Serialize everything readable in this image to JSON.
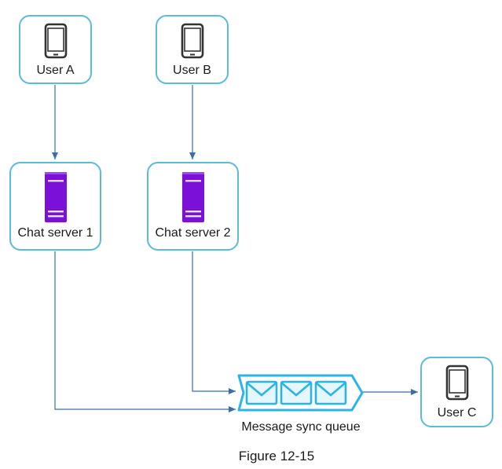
{
  "nodes": {
    "user_a": {
      "label": "User A",
      "icon": "mobile-phone-icon"
    },
    "user_b": {
      "label": "User B",
      "icon": "mobile-phone-icon"
    },
    "user_c": {
      "label": "User C",
      "icon": "mobile-phone-icon"
    },
    "chat_server_1": {
      "label": "Chat server 1",
      "icon": "server-icon"
    },
    "chat_server_2": {
      "label": "Chat server 2",
      "icon": "server-icon"
    },
    "queue": {
      "label": "Message sync queue",
      "icon": "message-queue-icon"
    }
  },
  "edges": [
    {
      "from": "User A",
      "to": "Chat server 1"
    },
    {
      "from": "User B",
      "to": "Chat server 2"
    },
    {
      "from": "Chat server 1",
      "to": "Message sync queue"
    },
    {
      "from": "Chat server 2",
      "to": "Message sync queue"
    },
    {
      "from": "Message sync queue",
      "to": "User C"
    }
  ],
  "figure_caption": "Figure 12-15",
  "colors": {
    "node_border": "#5bbcd6",
    "arrow": "#3b6ea5",
    "server": "#7b10d8",
    "queue": "#2ab4e8",
    "phone": "#333333"
  }
}
